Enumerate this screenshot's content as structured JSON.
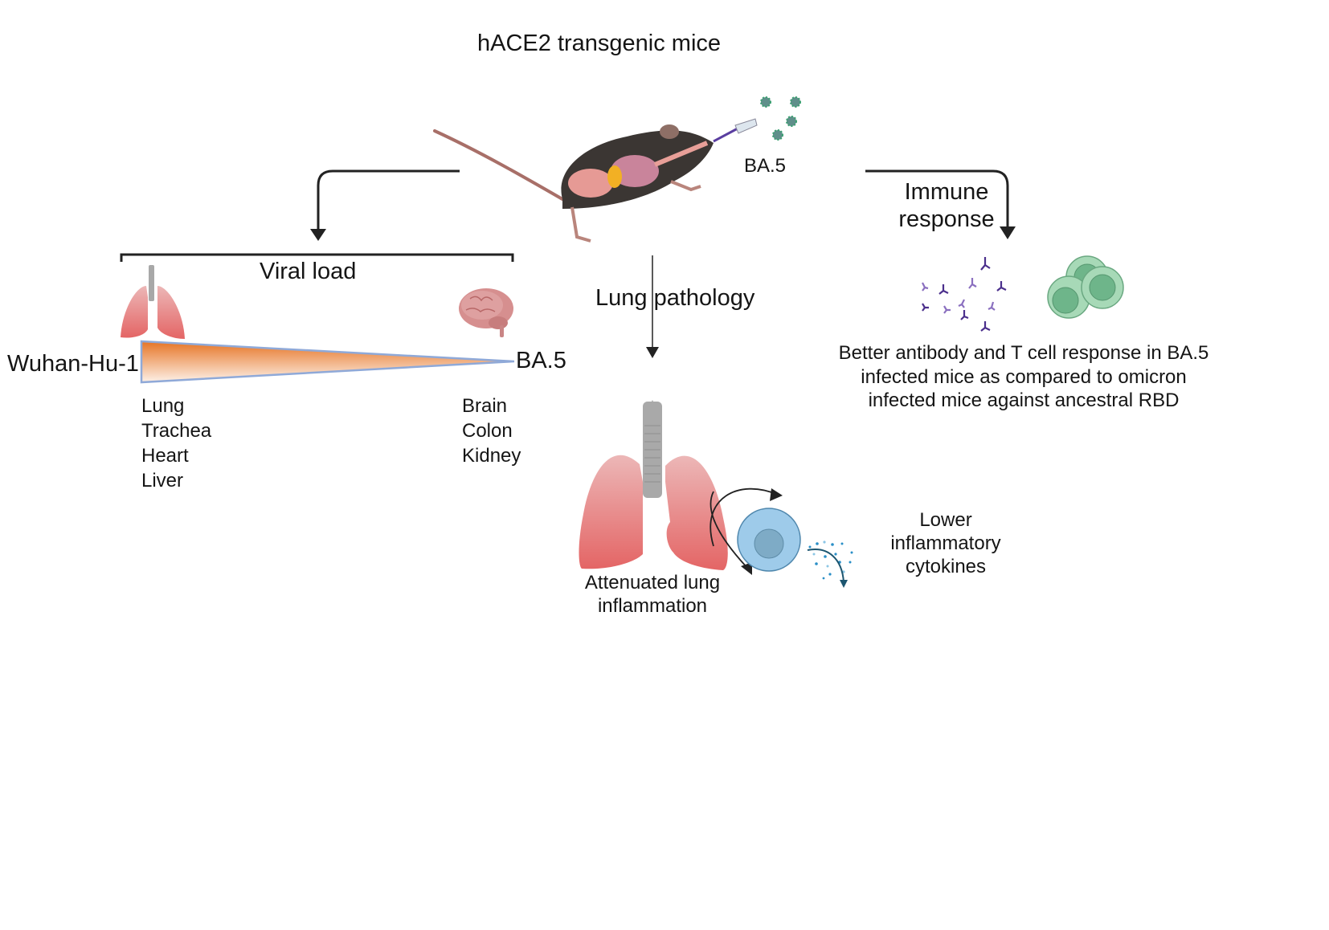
{
  "title": "hACE2 transgenic mice",
  "inoculum": {
    "label": "BA.5",
    "virus_icon": "coronavirus-icon",
    "pipette_icon": "pipette-icon"
  },
  "branches": {
    "viral_load": {
      "label": "Viral load",
      "left_strain": "Wuhan-Hu-1",
      "right_strain": "BA.5",
      "left_organs": [
        "Lung",
        "Trachea",
        "Heart",
        "Liver"
      ],
      "right_organs": [
        "Brain",
        "Colon",
        "Kidney"
      ],
      "left_icon": "lungs-icon",
      "right_icon": "brain-icon",
      "gradient_colors": {
        "start": "#e87a2a",
        "end": "#fbeee4",
        "outline": "#8fa9d8"
      }
    },
    "lung_pathology": {
      "label": "Lung pathology",
      "outcome": [
        "Attenuated lung",
        "inflammation"
      ],
      "cytokine_text": [
        "Lower",
        "inflammatory",
        "cytokines"
      ]
    },
    "immune_response": {
      "label": [
        "Immune",
        "response"
      ],
      "summary": [
        "Better antibody and T cell response in BA.5",
        "infected mice as compared to omicron",
        "infected mice against ancestral RBD"
      ]
    }
  },
  "colors": {
    "arrow": "#222222",
    "lung": "#e46e6e",
    "trachea": "#a9a9a9",
    "antibody": "#4a2d8a",
    "t_cell": "#7fc49a",
    "macrophage": "#9ccbe8",
    "cytokine": "#2a8fc7",
    "virus": "#4f8f86"
  }
}
